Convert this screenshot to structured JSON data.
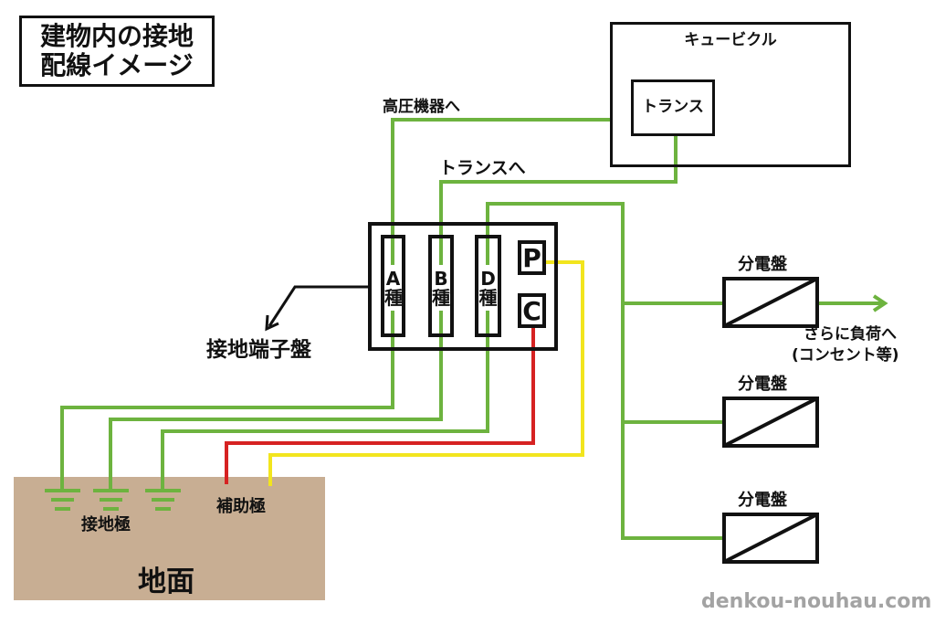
{
  "title": {
    "line1": "建物内の接地",
    "line2": "配線イメージ"
  },
  "cubicle": {
    "label": "キュービクル",
    "transformer_label": "トランス"
  },
  "labels": {
    "to_high_voltage": "高圧機器へ",
    "to_transformer": "トランスへ",
    "terminal_board": "接地端子盤",
    "further_loads_line1": "さらに負荷へ",
    "further_loads_line2": "(コンセント等)",
    "ground_electrode": "接地極",
    "auxiliary_electrode": "補助極",
    "ground_surface": "地面",
    "watermark": "denkou-nouhau.com"
  },
  "terminals": [
    {
      "id": "A",
      "letter": "A",
      "kind": "種"
    },
    {
      "id": "B",
      "letter": "B",
      "kind": "種"
    },
    {
      "id": "D",
      "letter": "D",
      "kind": "種"
    }
  ],
  "test_terminals": [
    {
      "id": "P",
      "label": "P",
      "wire_color": "#f2e51e"
    },
    {
      "id": "C",
      "label": "C",
      "wire_color": "#d62222"
    }
  ],
  "distribution_boards": [
    {
      "label": "分電盤"
    },
    {
      "label": "分電盤"
    },
    {
      "label": "分電盤"
    }
  ],
  "colors": {
    "ground_wire": "#6db33f",
    "p_wire": "#f2e51e",
    "c_wire": "#d62222",
    "earth": "#c8ae93",
    "outline": "#111111",
    "watermark": "#a3a3a3"
  }
}
